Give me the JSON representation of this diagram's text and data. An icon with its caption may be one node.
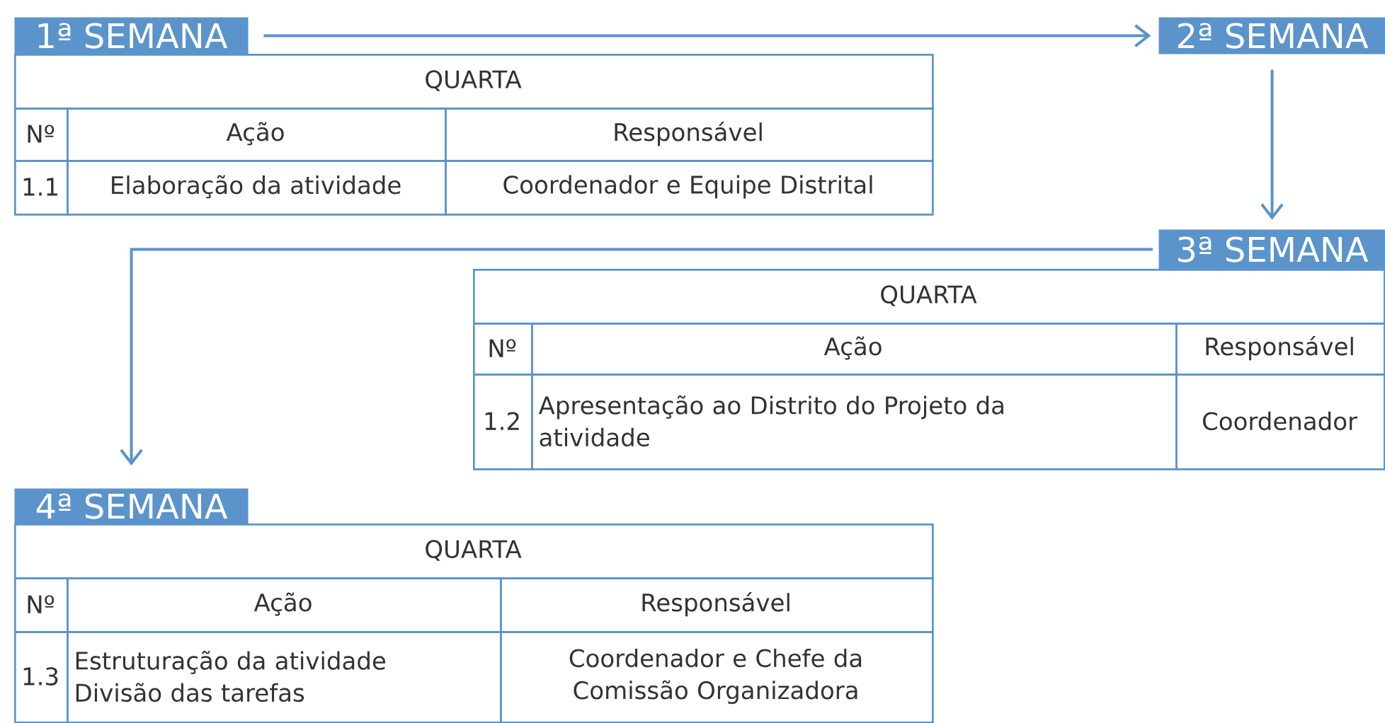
{
  "diagram": {
    "nodes": [
      {
        "text": [
          "1ª SEMANA"
        ]
      },
      {
        "text": [
          "2ª SEMANA"
        ]
      },
      {
        "text": [
          "3ª SEMANA"
        ]
      },
      {
        "text": [
          "4ª SEMANA"
        ]
      }
    ],
    "edges": [
      {
        "from": 0,
        "to": 1,
        "arrow": "to"
      },
      {
        "from": 1,
        "to": 2,
        "arrow": "to"
      },
      {
        "from": 2,
        "to": 3,
        "arrow": "to"
      }
    ],
    "labels": [
      "QUARTA",
      "Nº",
      "Ação",
      "Responsável",
      "1.1",
      "Elaboração da atividade",
      "Coordenador e Equipe Distrital",
      "QUARTA",
      "Nº",
      "Ação",
      "Responsável",
      "1.2",
      "Apresentação ao Distrito do Projeto da atividade",
      "Coordenador",
      "QUARTA",
      "Nº",
      "Ação",
      "Responsável",
      "1.3",
      "Estruturação da atividade Divisão das tarefas",
      "Coordenador e Chefe da Comissão Organizadora"
    ]
  }
}
